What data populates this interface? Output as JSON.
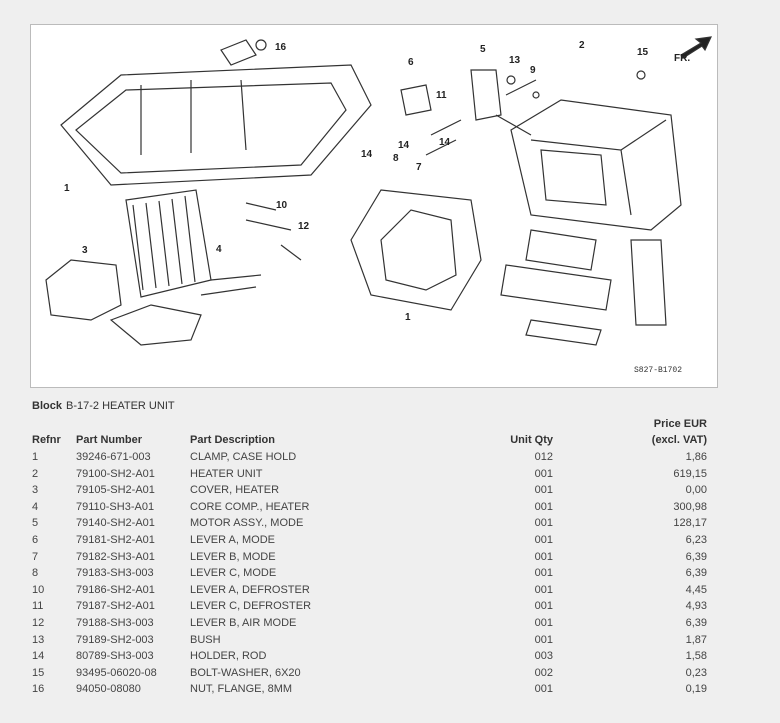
{
  "diagram": {
    "code": "S827-B1702",
    "direction_label": "FR.",
    "callouts": [
      "16",
      "2",
      "15",
      "5",
      "13",
      "6",
      "9",
      "11",
      "14",
      "14",
      "14",
      "8",
      "7",
      "1",
      "10",
      "12",
      "4",
      "3",
      "1"
    ]
  },
  "block": {
    "label": "Block",
    "name": "B-17-2 HEATER UNIT"
  },
  "table": {
    "headers": {
      "refnr": "Refnr",
      "part_number": "Part Number",
      "description": "Part Description",
      "qty": "Unit Qty",
      "price_line1": "Price EUR",
      "price_line2": "(excl. VAT)"
    },
    "rows": [
      {
        "ref": "1",
        "pn": "39246-671-003",
        "desc": "CLAMP, CASE HOLD",
        "qty": "012",
        "price": "1,86"
      },
      {
        "ref": "2",
        "pn": "79100-SH2-A01",
        "desc": "HEATER UNIT",
        "qty": "001",
        "price": "619,15"
      },
      {
        "ref": "3",
        "pn": "79105-SH2-A01",
        "desc": "COVER, HEATER",
        "qty": "001",
        "price": "0,00"
      },
      {
        "ref": "4",
        "pn": "79110-SH3-A01",
        "desc": "CORE COMP., HEATER",
        "qty": "001",
        "price": "300,98"
      },
      {
        "ref": "5",
        "pn": "79140-SH2-A01",
        "desc": "MOTOR ASSY., MODE",
        "qty": "001",
        "price": "128,17"
      },
      {
        "ref": "6",
        "pn": "79181-SH2-A01",
        "desc": "LEVER A, MODE",
        "qty": "001",
        "price": "6,23"
      },
      {
        "ref": "7",
        "pn": "79182-SH3-A01",
        "desc": "LEVER B, MODE",
        "qty": "001",
        "price": "6,39"
      },
      {
        "ref": "8",
        "pn": "79183-SH3-003",
        "desc": "LEVER C, MODE",
        "qty": "001",
        "price": "6,39"
      },
      {
        "ref": "10",
        "pn": "79186-SH2-A01",
        "desc": "LEVER A, DEFROSTER",
        "qty": "001",
        "price": "4,45"
      },
      {
        "ref": "11",
        "pn": "79187-SH2-A01",
        "desc": "LEVER C, DEFROSTER",
        "qty": "001",
        "price": "4,93"
      },
      {
        "ref": "12",
        "pn": "79188-SH3-003",
        "desc": "LEVER B, AIR MODE",
        "qty": "001",
        "price": "6,39"
      },
      {
        "ref": "13",
        "pn": "79189-SH2-003",
        "desc": "BUSH",
        "qty": "001",
        "price": "1,87"
      },
      {
        "ref": "14",
        "pn": "80789-SH3-003",
        "desc": "HOLDER, ROD",
        "qty": "003",
        "price": "1,58"
      },
      {
        "ref": "15",
        "pn": "93495-06020-08",
        "desc": "BOLT-WASHER, 6X20",
        "qty": "002",
        "price": "0,23"
      },
      {
        "ref": "16",
        "pn": "94050-08080",
        "desc": "NUT, FLANGE, 8MM",
        "qty": "001",
        "price": "0,19"
      }
    ]
  }
}
